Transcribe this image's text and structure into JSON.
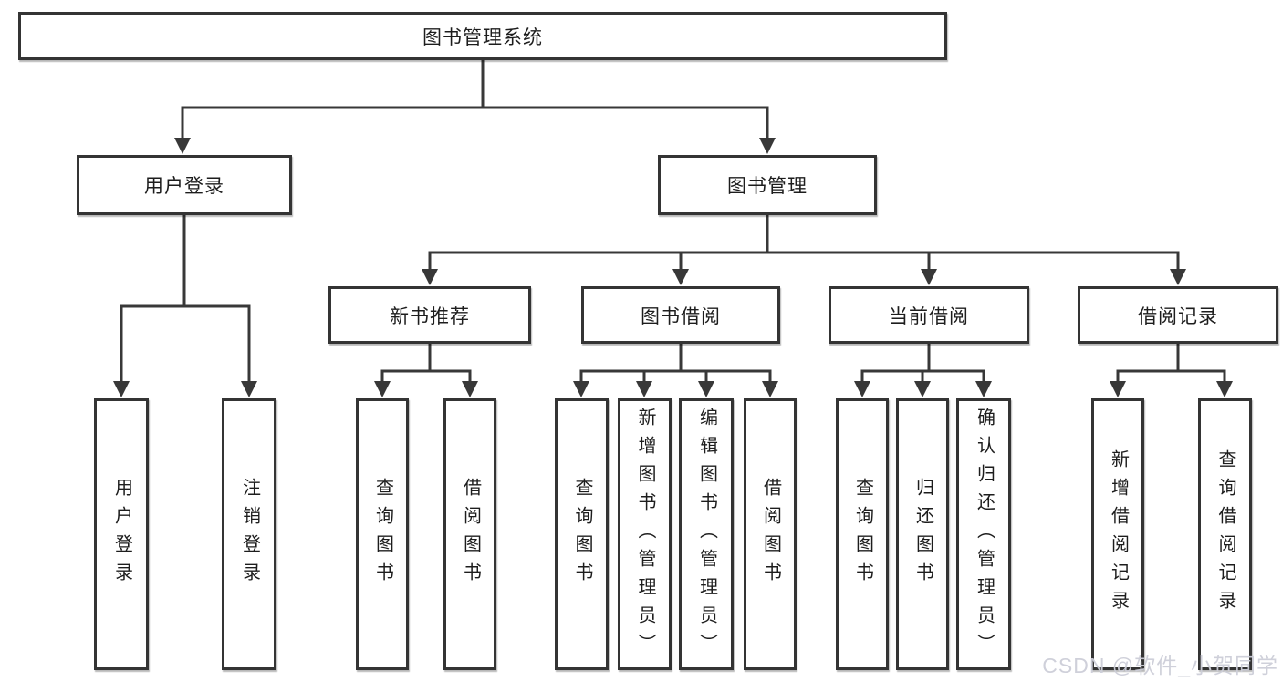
{
  "diagram": {
    "root": {
      "label": "图书管理系统",
      "children": [
        {
          "label": "用户登录",
          "children": [
            {
              "label": "用户登录"
            },
            {
              "label": "注销登录"
            }
          ]
        },
        {
          "label": "图书管理",
          "children": [
            {
              "label": "新书推荐",
              "children": [
                {
                  "label": "查询图书"
                },
                {
                  "label": "借阅图书"
                }
              ]
            },
            {
              "label": "图书借阅",
              "children": [
                {
                  "label": "查询图书"
                },
                {
                  "label": "新增图书（管理员）"
                },
                {
                  "label": "编辑图书（管理员）"
                },
                {
                  "label": "借阅图书"
                }
              ]
            },
            {
              "label": "当前借阅",
              "children": [
                {
                  "label": "查询图书"
                },
                {
                  "label": "归还图书"
                },
                {
                  "label": "确认归还（管理员）"
                }
              ]
            },
            {
              "label": "借阅记录",
              "children": [
                {
                  "label": "新增借阅记录"
                },
                {
                  "label": "查询借阅记录"
                }
              ]
            }
          ]
        }
      ]
    }
  },
  "watermark": {
    "text": "CSDN @软件_小贺同学"
  },
  "colors": {
    "line": "#383838",
    "box_border": "#343434",
    "box_fill": "#ffffff",
    "text": "#1d1d1d",
    "watermark": "#cccedb"
  }
}
